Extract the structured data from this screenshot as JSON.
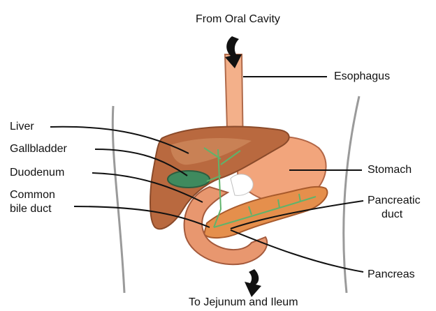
{
  "labels": {
    "from_oral_cavity": "From Oral Cavity",
    "esophagus": "Esophagus",
    "liver": "Liver",
    "gallbladder": "Gallbladder",
    "duodenum": "Duodenum",
    "common_bile_duct_line1": "Common",
    "common_bile_duct_line2": "bile duct",
    "stomach": "Stomach",
    "pancreatic_duct_line1": "Pancreatic",
    "pancreatic_duct_line2": "duct",
    "pancreas": "Pancreas",
    "to_jejunum_ileum": "To Jejunum and Ileum"
  },
  "colors": {
    "liver": "#b9693f",
    "liver_highlight": "#cf8a5e",
    "stomach": "#f2a57c",
    "esophagus": "#f3b08a",
    "pancreas": "#e58f4c",
    "duodenum": "#e8976f",
    "gallbladder": "#3f8a5e",
    "bile_ducts": "#5fb36b",
    "body_outline": "#9a9a9a",
    "leader_lines": "#111111",
    "arrows": "#111111"
  },
  "icons": {
    "inflow_arrow": "curved-arrow-down-icon",
    "outflow_arrow": "curved-arrow-down-icon"
  }
}
